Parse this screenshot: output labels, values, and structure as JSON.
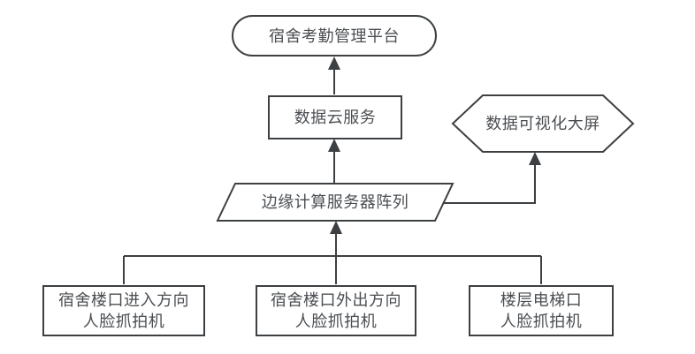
{
  "diagram": {
    "type": "flowchart",
    "colors": {
      "background": "#ffffff",
      "stroke": "#3d4043",
      "text": "#4a4e52"
    },
    "nodes": {
      "platform": {
        "shape": "stadium",
        "label": "宿舍考勤管理平台"
      },
      "cloud_service": {
        "shape": "rectangle",
        "label": "数据云服务"
      },
      "visualization_screen": {
        "shape": "hexagon",
        "label": "数据可视化大屏"
      },
      "edge_server_array": {
        "shape": "parallelogram",
        "label": "边缘计算服务器阵列"
      },
      "camera_entry": {
        "shape": "rectangle",
        "line1": "宿舍楼口进入方向",
        "line2": "人脸抓拍机"
      },
      "camera_exit": {
        "shape": "rectangle",
        "line1": "宿舍楼口外出方向",
        "line2": "人脸抓拍机"
      },
      "camera_elevator": {
        "shape": "rectangle",
        "line1": "楼层电梯口",
        "line2": "人脸抓拍机"
      }
    },
    "edges": [
      {
        "from": "cloud_service",
        "to": "platform",
        "style": "arrow-up"
      },
      {
        "from": "edge_server_array",
        "to": "cloud_service",
        "style": "arrow-up"
      },
      {
        "from": "edge_server_array",
        "to": "visualization_screen",
        "style": "arrow-right-up"
      },
      {
        "from": "camera_entry",
        "to": "edge_server_array",
        "style": "bus-arrow-up"
      },
      {
        "from": "camera_exit",
        "to": "edge_server_array",
        "style": "bus-arrow-up"
      },
      {
        "from": "camera_elevator",
        "to": "edge_server_array",
        "style": "bus-arrow-up"
      }
    ]
  }
}
